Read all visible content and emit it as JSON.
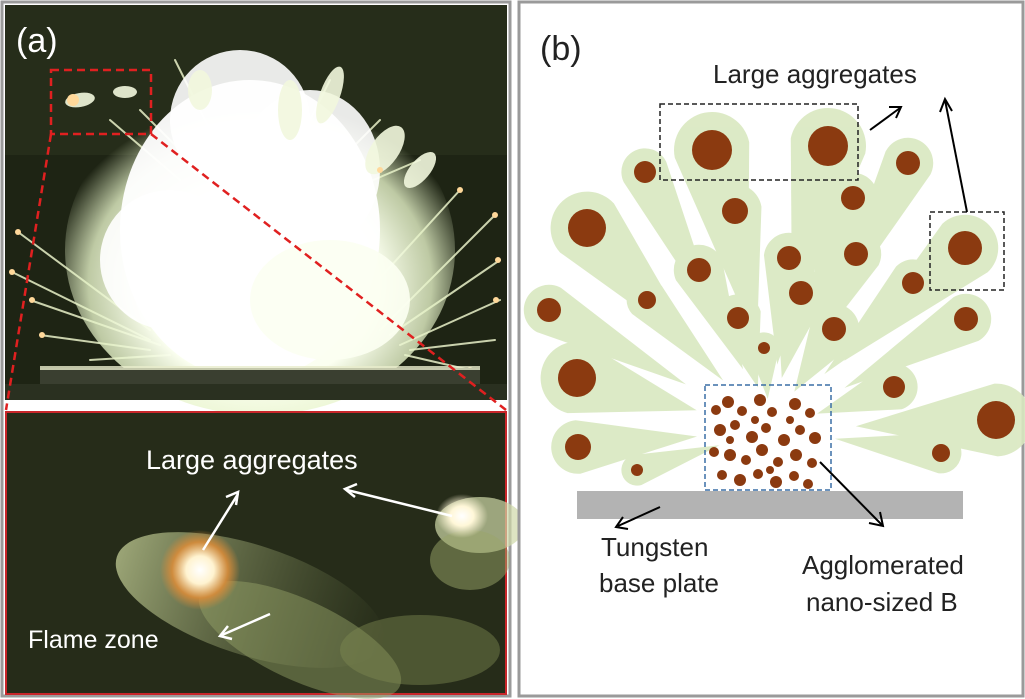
{
  "panel_a": {
    "label": "(a)",
    "callout_1": "Large aggregates",
    "callout_2": "Flame zone"
  },
  "panel_b": {
    "label": "(b)",
    "callout_large": "Large aggregates",
    "callout_base_1": "Tungsten",
    "callout_base_2": "base plate",
    "callout_agglom_1": "Agglomerated",
    "callout_agglom_2": "nano-sized B"
  },
  "colors": {
    "particle": "#8b3a10",
    "flame": "#d9e8c0",
    "plate": "#b3b3b3",
    "zoom_frame": "#e02020",
    "agglomerate_box": "#3a6ea5"
  }
}
